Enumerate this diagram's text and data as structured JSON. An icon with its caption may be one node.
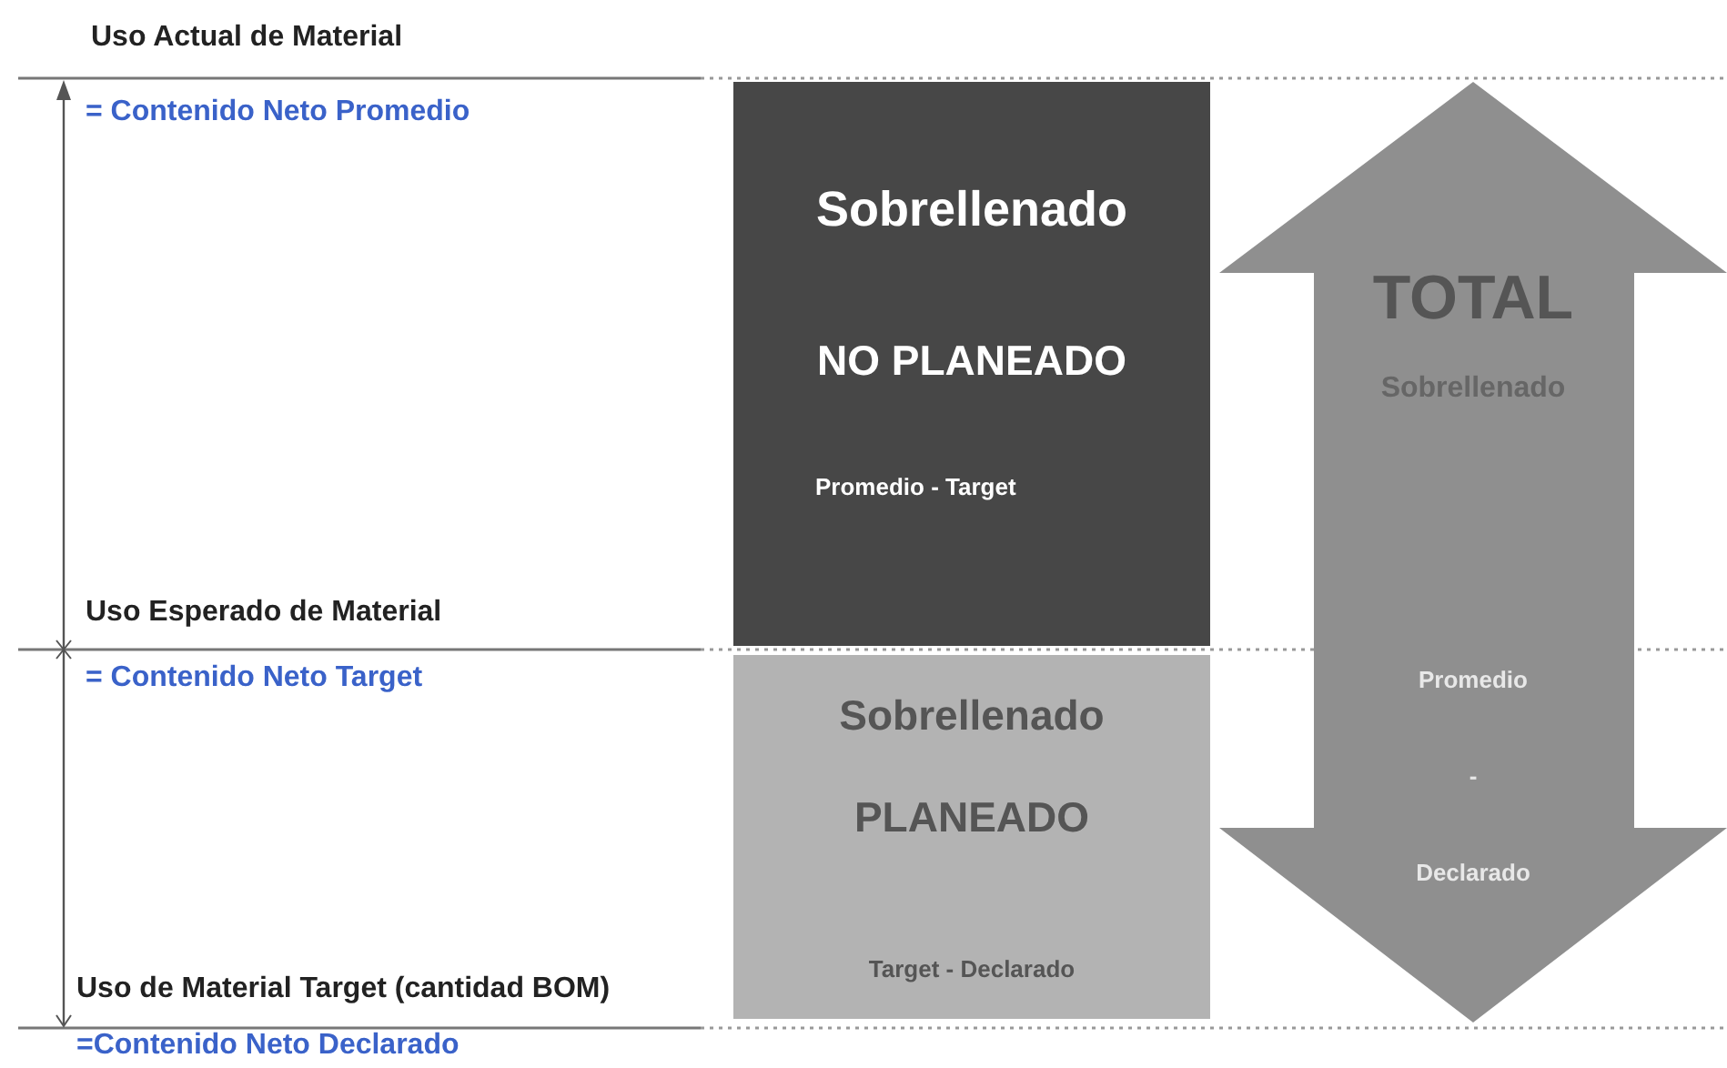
{
  "diagram": {
    "nodes": [
      {
        "text": [
          "Sobrellenado",
          "NO PLANEADO",
          "Promedio - Target"
        ]
      },
      {
        "text": [
          "Sobrellenado",
          "PLANEADO",
          "Target - Declarado"
        ]
      },
      {
        "text": [
          "TOTAL",
          "Sobrellenado",
          "Promedio - Declarado"
        ]
      }
    ],
    "labels": [
      "Uso Actual de Material",
      "= Contenido Neto Promedio",
      "Uso Esperado de Material",
      "= Contenido Neto Target",
      "Uso de Material Target (cantidad BOM)",
      "=Contenido Neto Declarado"
    ]
  }
}
